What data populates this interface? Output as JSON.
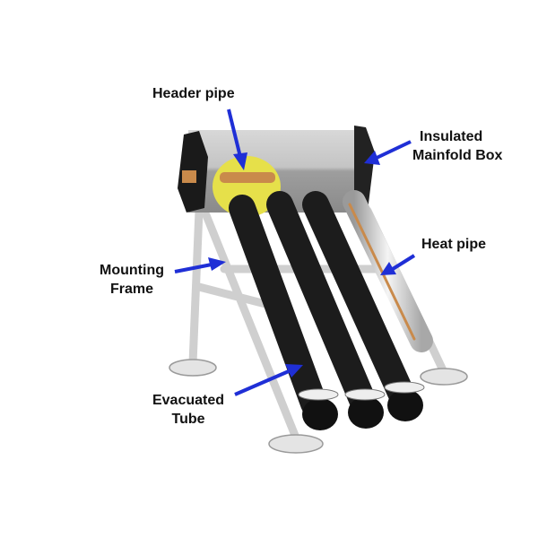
{
  "labels": {
    "header_pipe": "Header pipe",
    "manifold_box": [
      "Insulated",
      "Mainfold Box"
    ],
    "heat_pipe": "Heat pipe",
    "mounting_frame": [
      "Mounting",
      "Frame"
    ],
    "evacuated_tube": [
      "Evacuated",
      "Tube"
    ]
  },
  "colors": {
    "arrow": "#1f2fd6",
    "tube": "#1c1c1c",
    "box": "#bdbdbd",
    "header_plate": "#e6e04a",
    "copper": "#c98a4b",
    "frame": "#d9d9d9"
  }
}
